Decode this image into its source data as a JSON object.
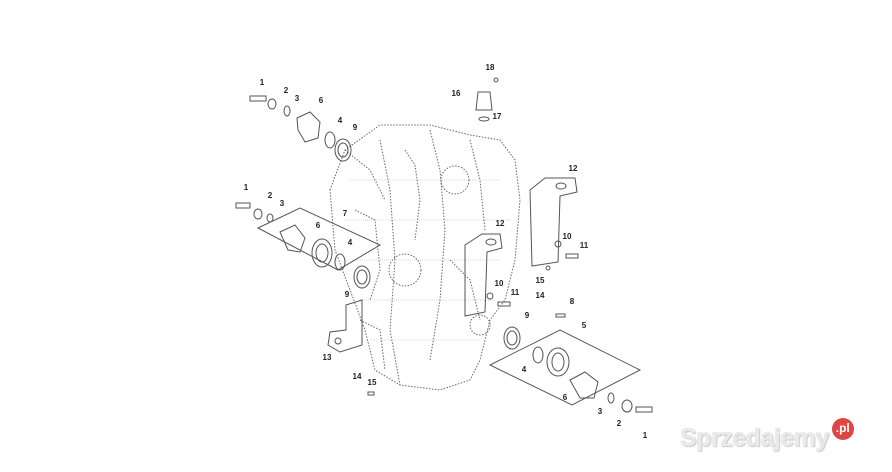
{
  "diagram": {
    "callouts": [
      "1",
      "2",
      "3",
      "6",
      "4",
      "9",
      "18",
      "16",
      "17",
      "1",
      "2",
      "3",
      "7",
      "6",
      "4",
      "9",
      "13",
      "12",
      "12",
      "10",
      "11",
      "15",
      "14",
      "10",
      "11",
      "8",
      "9",
      "5",
      "4",
      "14",
      "15",
      "6",
      "3",
      "2",
      "1"
    ]
  },
  "watermark": {
    "text": "Sprzedajemy",
    "badge": ".pl",
    "badge_color": "#e04545"
  }
}
